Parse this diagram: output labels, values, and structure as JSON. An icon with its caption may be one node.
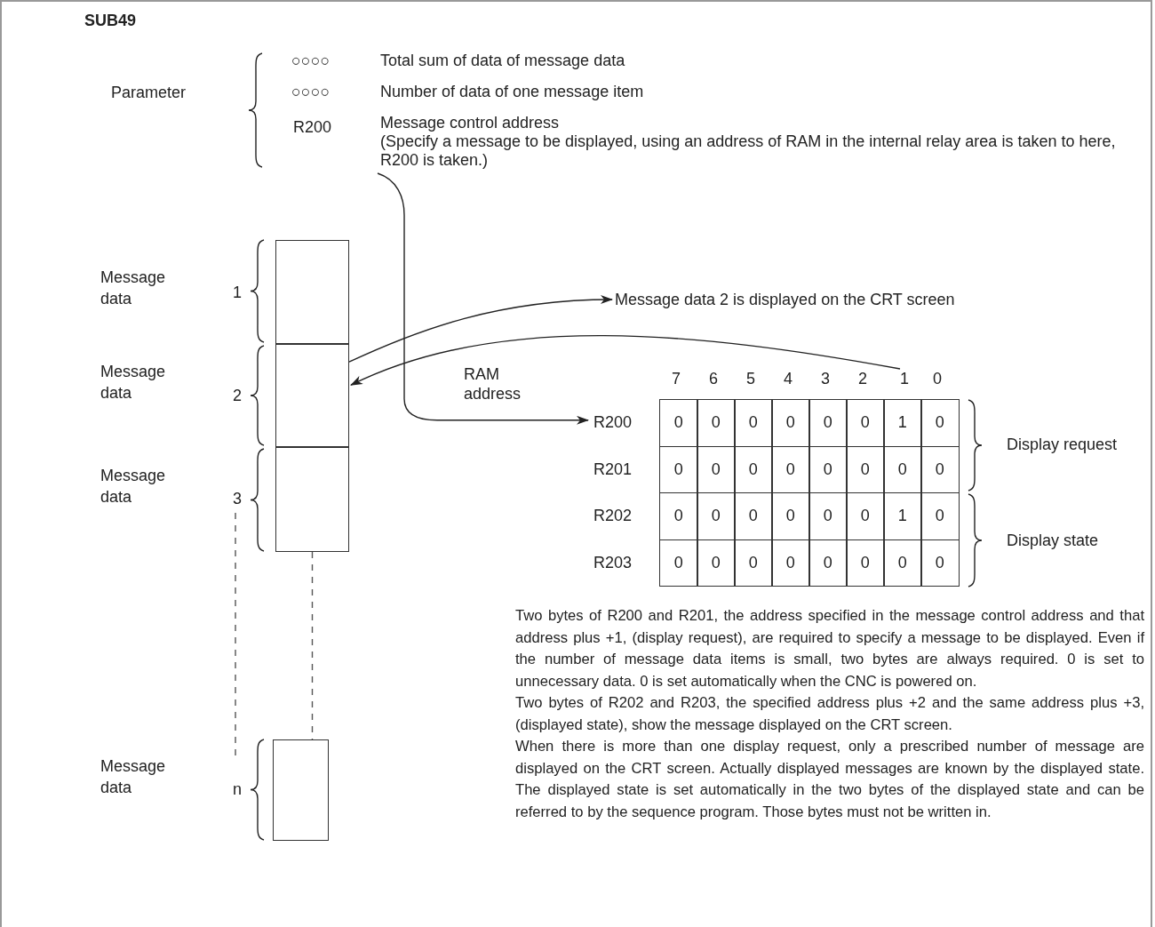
{
  "diagram": {
    "title": "SUB49",
    "nodes": [
      {
        "text": [],
        "shape": "box"
      },
      {
        "text": [],
        "shape": "box"
      },
      {
        "text": [],
        "shape": "box"
      },
      {
        "text": [],
        "shape": "box"
      },
      {
        "text": [
          "Message data 2 is displayed on the CRT screen"
        ]
      },
      {
        "text": [
          "1"
        ]
      },
      {
        "text": [
          "Message control address",
          "(Specify a message to be displayed, using an address of RAM in the internal relay area is taken to here, R200 is taken.)"
        ]
      },
      {
        "text": [
          "R200"
        ]
      }
    ],
    "edges": [
      {
        "from": 1,
        "to": 4,
        "arrow": "to"
      },
      {
        "from": 5,
        "to": 1,
        "arrow": "to"
      },
      {
        "from": 6,
        "to": 7,
        "arrow": "to",
        "label": "RAM address"
      },
      {
        "from": 2,
        "to": 3,
        "arrow": "none",
        "style": "dashed"
      }
    ],
    "labels": [
      "Parameter",
      "○○○○",
      "Total sum of data of message data",
      "○○○○",
      "Number of data of one message item",
      "R200",
      "Message data",
      "1",
      "Message data",
      "2",
      "Message data",
      "3",
      "7",
      "6",
      "5",
      "4",
      "3",
      "2",
      "0",
      "0",
      "0",
      "0",
      "0",
      "0",
      "0",
      "1",
      "0",
      "R201",
      "0",
      "0",
      "0",
      "0",
      "0",
      "0",
      "0",
      "0",
      "R202",
      "0",
      "0",
      "0",
      "0",
      "0",
      "0",
      "1",
      "0",
      "R203",
      "0",
      "0",
      "0",
      "0",
      "0",
      "0",
      "0",
      "0",
      "Display request",
      "Display state",
      "Two bytes of R200 and R201, the address specified in the message control address and that address plus +1, (display request), are required to specify a message to be displayed. Even if the number of message data items is small, two bytes are always required. 0 is set to unnecessary data. 0 is set automatically when the CNC is powered on.",
      "Two bytes of R202 and R203, the specified address plus +2 and the same address plus +3, (displayed state), show the message displayed on the CRT screen.",
      "When there is more than one display request, only a prescribed number of message are displayed on the CRT screen. Actually displayed messages are known by the displayed state. The displayed state is set automatically in the two bytes of the displayed state and can be referred to by the sequence program. Those bytes must not be written in.",
      "Message data",
      "n"
    ]
  }
}
